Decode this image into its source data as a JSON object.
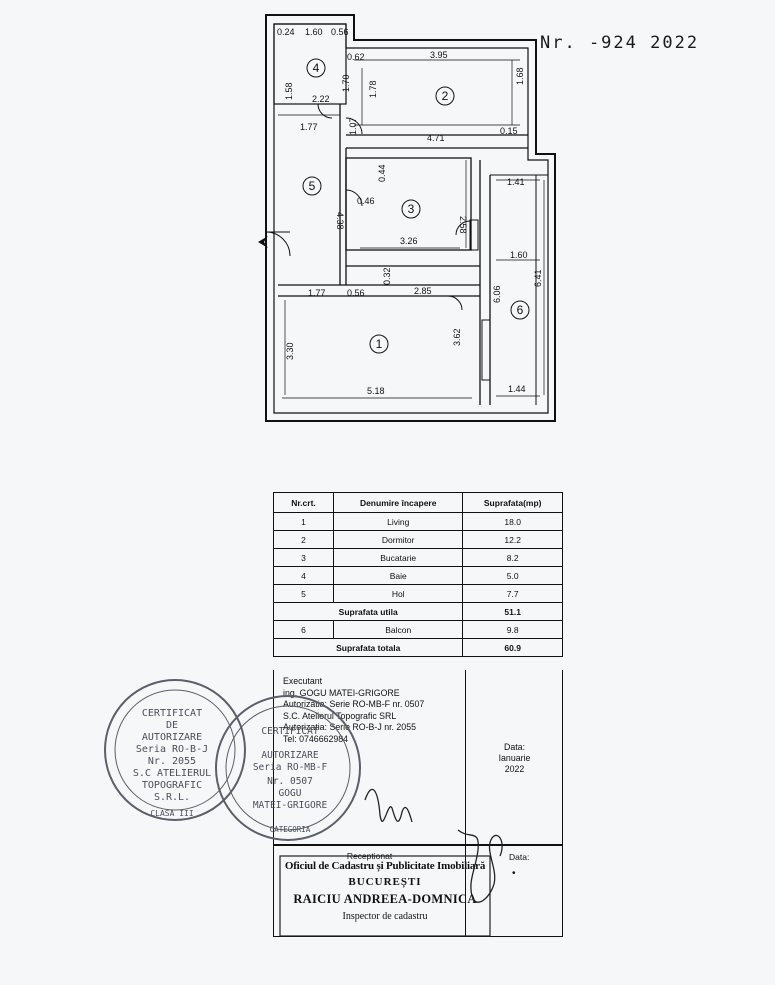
{
  "header": {
    "document_number": "Nr.   -924 2022"
  },
  "plan": {
    "room_labels": [
      "1",
      "2",
      "3",
      "4",
      "5",
      "6"
    ],
    "dimensions": {
      "d0_24": "0.24",
      "d1_60": "1.60",
      "d0_56_top": "0.56",
      "d0_62": "0.62",
      "d1_58": "1.58",
      "d1_70": "1.70",
      "d1_78": "1.78",
      "d3_95": "3.95",
      "d1_68": "1.68",
      "d2_22": "2.22",
      "d1_07": "1.07",
      "d4_71": "4.71",
      "d0_15": "0.15",
      "d1_77_top": "1.77",
      "d0_44": "0.44",
      "d1_41": "1.41",
      "d0_46": "0.46",
      "d4_38": "4.38",
      "d2_58": "2.58",
      "d3_26": "3.26",
      "d1_60_b": "1.60",
      "d6_41": "6.41",
      "d0_32": "0.32",
      "d1_77_b": "1.77",
      "d0_56_b": "0.56",
      "d2_85": "2.85",
      "d6_06": "6.06",
      "d3_30": "3.30",
      "d3_62": "3.62",
      "d5_18": "5.18",
      "d1_44": "1.44"
    }
  },
  "table": {
    "headers": [
      "Nr.crt.",
      "Denumire încapere",
      "Suprafata(mp)"
    ],
    "rooms": [
      {
        "nr": "1",
        "name": "Living",
        "area": "18.0"
      },
      {
        "nr": "2",
        "name": "Dormitor",
        "area": "12.2"
      },
      {
        "nr": "3",
        "name": "Bucatarie",
        "area": "8.2"
      },
      {
        "nr": "4",
        "name": "Baie",
        "area": "5.0"
      },
      {
        "nr": "5",
        "name": "Hol",
        "area": "7.7"
      }
    ],
    "usable": {
      "label": "Suprafata utila",
      "value": "51.1"
    },
    "balcony": {
      "nr": "6",
      "name": "Balcon",
      "area": "9.8"
    },
    "total": {
      "label": "Suprafata totala",
      "value": "60.9"
    }
  },
  "executor": {
    "lines": [
      "Executant",
      "ing. GOGU MATEI-GRIGORE",
      "Autorizatia: Serie RO-MB-F nr. 0507",
      "S.C. Atelierul Topografic SRL",
      "Autorizatia: Serie RO-B-J nr. 2055",
      "Tel: 0746662984"
    ],
    "date_label": "Data:",
    "date_month": "Ianuarie",
    "date_year": "2022"
  },
  "reception": {
    "label": "Receptionat",
    "date_label": "Data:",
    "date_value": "•",
    "ocpi_line1": "Oficiul de Cadastru și Publicitate Imobiliară",
    "ocpi_line2": "BUCUREȘTI",
    "ocpi_line3": "RAICIU ANDREEA-DOMNICA",
    "ocpi_line4": "Inspector de cadastru"
  },
  "stamp_left": {
    "lines": [
      "CERTIFICAT",
      "DE",
      "AUTORIZARE",
      "Seria RO-B-J",
      "Nr. 2055",
      "S.C ATELIERUL",
      "TOPOGRAFIC",
      "S.R.L."
    ],
    "bottom": "CLASA III"
  },
  "stamp_right": {
    "lines": [
      "CERTIFICAT",
      "AUTORIZARE",
      "Seria RO-MB-F",
      "Nr. 0507",
      "GOGU",
      "MATEI-GRIGORE"
    ],
    "bottom": "CATEGORIA"
  },
  "colors": {
    "ink": "#111111",
    "stamp": "#5a5f6a",
    "paper": "#f6f7f8"
  }
}
